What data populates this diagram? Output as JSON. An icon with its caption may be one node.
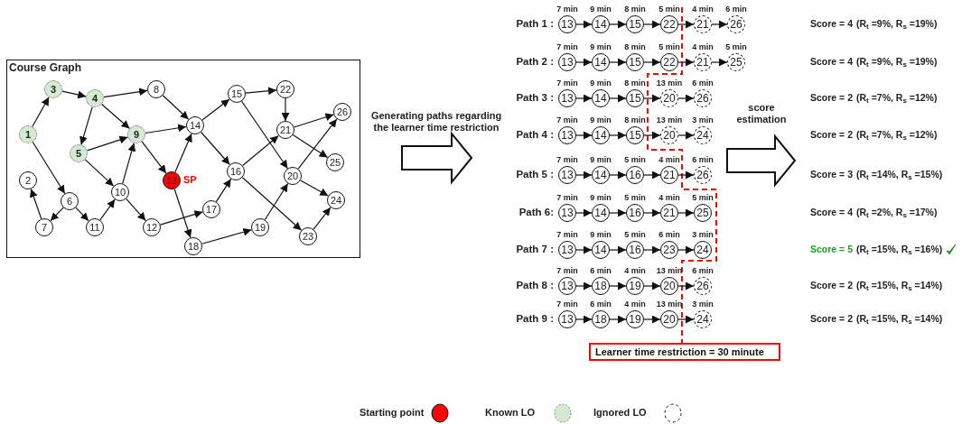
{
  "diagram": {
    "nodes": [
      {
        "text": [
          "Course Graph"
        ]
      },
      {
        "text": [
          "1"
        ],
        "in": 0
      },
      {
        "text": [
          "2"
        ],
        "in": 0
      },
      {
        "text": [
          "3"
        ],
        "in": 0
      },
      {
        "text": [
          "4"
        ],
        "in": 0
      },
      {
        "text": [
          "5"
        ],
        "in": 0
      },
      {
        "text": [
          "6"
        ],
        "in": 0
      },
      {
        "text": [
          "7"
        ],
        "in": 0
      },
      {
        "text": [
          "8"
        ],
        "in": 0
      },
      {
        "text": [
          "9"
        ],
        "in": 0
      },
      {
        "text": [
          "10"
        ],
        "in": 0
      },
      {
        "text": [
          "11"
        ],
        "in": 0
      },
      {
        "text": [
          "12"
        ],
        "in": 0
      },
      {
        "text": [
          "13"
        ],
        "in": 0,
        "beside": [
          "SP"
        ]
      },
      {
        "text": [
          "14"
        ],
        "in": 0
      },
      {
        "text": [
          "15"
        ],
        "in": 0
      },
      {
        "text": [
          "16"
        ],
        "in": 0
      },
      {
        "text": [
          "17"
        ],
        "in": 0
      },
      {
        "text": [
          "18"
        ],
        "in": 0
      },
      {
        "text": [
          "19"
        ],
        "in": 0
      },
      {
        "text": [
          "20"
        ],
        "in": 0
      },
      {
        "text": [
          "21"
        ],
        "in": 0
      },
      {
        "text": [
          "22"
        ],
        "in": 0
      },
      {
        "text": [
          "23"
        ],
        "in": 0
      },
      {
        "text": [
          "24"
        ],
        "in": 0
      },
      {
        "text": [
          "25"
        ],
        "in": 0
      },
      {
        "text": [
          "26"
        ],
        "in": 0
      },
      {
        "text": [
          "13"
        ],
        "beside": [
          "7 min"
        ]
      },
      {
        "text": [
          "14"
        ],
        "beside": [
          "9 min"
        ]
      },
      {
        "text": [
          "15"
        ],
        "beside": [
          "8 min"
        ]
      },
      {
        "text": [
          "22"
        ],
        "beside": [
          "5 min"
        ]
      },
      {
        "text": [
          "21"
        ],
        "beside": [
          "4 min"
        ]
      },
      {
        "text": [
          "26"
        ],
        "beside": [
          "6 min"
        ]
      },
      {
        "text": [
          "13"
        ],
        "beside": [
          "7 min"
        ]
      },
      {
        "text": [
          "14"
        ],
        "beside": [
          "9 min"
        ]
      },
      {
        "text": [
          "15"
        ],
        "beside": [
          "8 min"
        ]
      },
      {
        "text": [
          "22"
        ],
        "beside": [
          "5 min"
        ]
      },
      {
        "text": [
          "21"
        ],
        "beside": [
          "4 min"
        ]
      },
      {
        "text": [
          "25"
        ],
        "beside": [
          "5 min"
        ]
      },
      {
        "text": [
          "13"
        ],
        "beside": [
          "7 min"
        ]
      },
      {
        "text": [
          "14"
        ],
        "beside": [
          "9 min"
        ]
      },
      {
        "text": [
          "15"
        ],
        "beside": [
          "8 min"
        ]
      },
      {
        "text": [
          "20"
        ],
        "beside": [
          "13 min"
        ]
      },
      {
        "text": [
          "26"
        ],
        "beside": [
          "6 min"
        ]
      },
      {
        "text": [
          "13"
        ],
        "beside": [
          "7 min"
        ]
      },
      {
        "text": [
          "14"
        ],
        "beside": [
          "9 min"
        ]
      },
      {
        "text": [
          "15"
        ],
        "beside": [
          "8 min"
        ]
      },
      {
        "text": [
          "20"
        ],
        "beside": [
          "13 min"
        ]
      },
      {
        "text": [
          "24"
        ],
        "beside": [
          "3 min"
        ]
      },
      {
        "text": [
          "13"
        ],
        "beside": [
          "7 min"
        ]
      },
      {
        "text": [
          "14"
        ],
        "beside": [
          "9 min"
        ]
      },
      {
        "text": [
          "16"
        ],
        "beside": [
          "5 min"
        ]
      },
      {
        "text": [
          "21"
        ],
        "beside": [
          "4 min"
        ]
      },
      {
        "text": [
          "26"
        ],
        "beside": [
          "6 min"
        ]
      },
      {
        "text": [
          "13"
        ],
        "beside": [
          "7 min"
        ]
      },
      {
        "text": [
          "14"
        ],
        "beside": [
          "9 min"
        ]
      },
      {
        "text": [
          "16"
        ],
        "beside": [
          "5 min"
        ]
      },
      {
        "text": [
          "21"
        ],
        "beside": [
          "4 min"
        ]
      },
      {
        "text": [
          "25"
        ],
        "beside": [
          "5 min"
        ]
      },
      {
        "text": [
          "13"
        ],
        "beside": [
          "7 min"
        ]
      },
      {
        "text": [
          "14"
        ],
        "beside": [
          "9 min"
        ]
      },
      {
        "text": [
          "16"
        ],
        "beside": [
          "5 min"
        ]
      },
      {
        "text": [
          "23"
        ],
        "beside": [
          "6 min"
        ]
      },
      {
        "text": [
          "24"
        ],
        "beside": [
          "3 min"
        ]
      },
      {
        "text": [
          "13"
        ],
        "beside": [
          "7 min"
        ]
      },
      {
        "text": [
          "18"
        ],
        "beside": [
          "6 min"
        ]
      },
      {
        "text": [
          "19"
        ],
        "beside": [
          "4 min"
        ]
      },
      {
        "text": [
          "20"
        ],
        "beside": [
          "13 min"
        ]
      },
      {
        "text": [
          "26"
        ],
        "beside": [
          "6 min"
        ]
      },
      {
        "text": [
          "13"
        ],
        "beside": [
          "7 min"
        ]
      },
      {
        "text": [
          "18"
        ],
        "beside": [
          "6 min"
        ]
      },
      {
        "text": [
          "19"
        ],
        "beside": [
          "4 min"
        ]
      },
      {
        "text": [
          "20"
        ],
        "beside": [
          "13 min"
        ]
      },
      {
        "text": [
          "24"
        ],
        "beside": [
          "3 min"
        ]
      },
      {
        "text": [
          "Learner time restriction = 30 minute"
        ]
      }
    ],
    "edges": [
      {
        "from": 1,
        "to": 3,
        "arrow": "to"
      },
      {
        "from": 1,
        "to": 6,
        "arrow": "to"
      },
      {
        "from": 3,
        "to": 4,
        "arrow": "to"
      },
      {
        "from": 4,
        "to": 8,
        "arrow": "to"
      },
      {
        "from": 4,
        "to": 9,
        "arrow": "to"
      },
      {
        "from": 4,
        "to": 5,
        "arrow": "to"
      },
      {
        "from": 5,
        "to": 9,
        "arrow": "to"
      },
      {
        "from": 5,
        "to": 10,
        "arrow": "to"
      },
      {
        "from": 6,
        "to": 7,
        "arrow": "to"
      },
      {
        "from": 6,
        "to": 11,
        "arrow": "to"
      },
      {
        "from": 7,
        "to": 2,
        "arrow": "to"
      },
      {
        "from": 11,
        "to": 10,
        "arrow": "to"
      },
      {
        "from": 10,
        "to": 9,
        "arrow": "to"
      },
      {
        "from": 10,
        "to": 12,
        "arrow": "to"
      },
      {
        "from": 9,
        "to": 14,
        "arrow": "to"
      },
      {
        "from": 9,
        "to": 13,
        "arrow": "to"
      },
      {
        "from": 8,
        "to": 14,
        "arrow": "to"
      },
      {
        "from": 13,
        "to": 14,
        "arrow": "to"
      },
      {
        "from": 13,
        "to": 18,
        "arrow": "to"
      },
      {
        "from": 12,
        "to": 17,
        "arrow": "to"
      },
      {
        "from": 17,
        "to": 16,
        "arrow": "to"
      },
      {
        "from": 14,
        "to": 15,
        "arrow": "to"
      },
      {
        "from": 14,
        "to": 16,
        "arrow": "to"
      },
      {
        "from": 15,
        "to": 22,
        "arrow": "to"
      },
      {
        "from": 15,
        "to": 20,
        "arrow": "to"
      },
      {
        "from": 22,
        "to": 21,
        "arrow": "to"
      },
      {
        "from": 16,
        "to": 21,
        "arrow": "to"
      },
      {
        "from": 16,
        "to": 23,
        "arrow": "to"
      },
      {
        "from": 21,
        "to": 26,
        "arrow": "to"
      },
      {
        "from": 21,
        "to": 25,
        "arrow": "to"
      },
      {
        "from": 18,
        "to": 19,
        "arrow": "to"
      },
      {
        "from": 19,
        "to": 20,
        "arrow": "to"
      },
      {
        "from": 20,
        "to": 26,
        "arrow": "to"
      },
      {
        "from": 20,
        "to": 24,
        "arrow": "to"
      },
      {
        "from": 23,
        "to": 24,
        "arrow": "to"
      },
      {
        "from": 27,
        "to": 28,
        "arrow": "to"
      },
      {
        "from": 28,
        "to": 29,
        "arrow": "to"
      },
      {
        "from": 29,
        "to": 30,
        "arrow": "to"
      },
      {
        "from": 30,
        "to": 31,
        "arrow": "to"
      },
      {
        "from": 31,
        "to": 32,
        "arrow": "to"
      },
      {
        "from": 33,
        "to": 34,
        "arrow": "to"
      },
      {
        "from": 34,
        "to": 35,
        "arrow": "to"
      },
      {
        "from": 35,
        "to": 36,
        "arrow": "to"
      },
      {
        "from": 36,
        "to": 37,
        "arrow": "to"
      },
      {
        "from": 37,
        "to": 38,
        "arrow": "to"
      },
      {
        "from": 39,
        "to": 40,
        "arrow": "to"
      },
      {
        "from": 40,
        "to": 41,
        "arrow": "to"
      },
      {
        "from": 41,
        "to": 42,
        "arrow": "to"
      },
      {
        "from": 42,
        "to": 43,
        "arrow": "to"
      },
      {
        "from": 44,
        "to": 45,
        "arrow": "to"
      },
      {
        "from": 45,
        "to": 46,
        "arrow": "to"
      },
      {
        "from": 46,
        "to": 47,
        "arrow": "to"
      },
      {
        "from": 47,
        "to": 48,
        "arrow": "to"
      },
      {
        "from": 49,
        "to": 50,
        "arrow": "to"
      },
      {
        "from": 50,
        "to": 51,
        "arrow": "to"
      },
      {
        "from": 51,
        "to": 52,
        "arrow": "to"
      },
      {
        "from": 52,
        "to": 53,
        "arrow": "to"
      },
      {
        "from": 54,
        "to": 55,
        "arrow": "to"
      },
      {
        "from": 55,
        "to": 56,
        "arrow": "to"
      },
      {
        "from": 56,
        "to": 57,
        "arrow": "to"
      },
      {
        "from": 57,
        "to": 58,
        "arrow": "to"
      },
      {
        "from": 59,
        "to": 60,
        "arrow": "to"
      },
      {
        "from": 60,
        "to": 61,
        "arrow": "to"
      },
      {
        "from": 61,
        "to": 62,
        "arrow": "to"
      },
      {
        "from": 62,
        "to": 63,
        "arrow": "to"
      },
      {
        "from": 64,
        "to": 65,
        "arrow": "to"
      },
      {
        "from": 65,
        "to": 66,
        "arrow": "to"
      },
      {
        "from": 66,
        "to": 67,
        "arrow": "to"
      },
      {
        "from": 67,
        "to": 68,
        "arrow": "to"
      },
      {
        "from": 69,
        "to": 70,
        "arrow": "to"
      },
      {
        "from": 70,
        "to": 71,
        "arrow": "to"
      },
      {
        "from": 71,
        "to": 72,
        "arrow": "to"
      },
      {
        "from": 72,
        "to": 73,
        "arrow": "to"
      }
    ],
    "labels": [
      "Path 1 :",
      "Score = 4",
      "(R$_{t}$ =9%, R$_{s}$ =19%)",
      "Path 2 :",
      "Score = 4",
      "(R$_{t}$ =9%, R$_{s}$ =19%)",
      "Path 3 :",
      "Score = 2",
      "(R$_{t}$ =7%, R$_{s}$ =12%)",
      "Path 4 :",
      "Score = 2",
      "(R$_{t}$ =7%, R$_{s}$ =12%)",
      "Path 5 :",
      "Score = 3",
      "(R$_{t}$ =14%, R$_{s}$ =15%)",
      "Path 6:",
      "Score = 4",
      "(R$_{t}$ =2%, R$_{s}$ =17%)",
      "Path 7 :",
      "Score = 5",
      "(R$_{t}$ =15%, R$_{s}$ =16%)",
      "Path 8 :",
      "Score = 2",
      "(R$_{t}$ =15%, R$_{s}$ =14%)",
      "Path 9 :",
      "Score = 2",
      "(R$_{t}$ =15%, R$_{s}$ =14%)",
      "Generating paths regarding the learner time restriction",
      "score estimation"
    ],
    "legend": [
      {
        "text": "Starting point",
        "color": "#ff0000"
      },
      {
        "text": "Known LO",
        "color": "#d5e8d4"
      },
      {
        "text": "Ignored LO"
      }
    ]
  }
}
